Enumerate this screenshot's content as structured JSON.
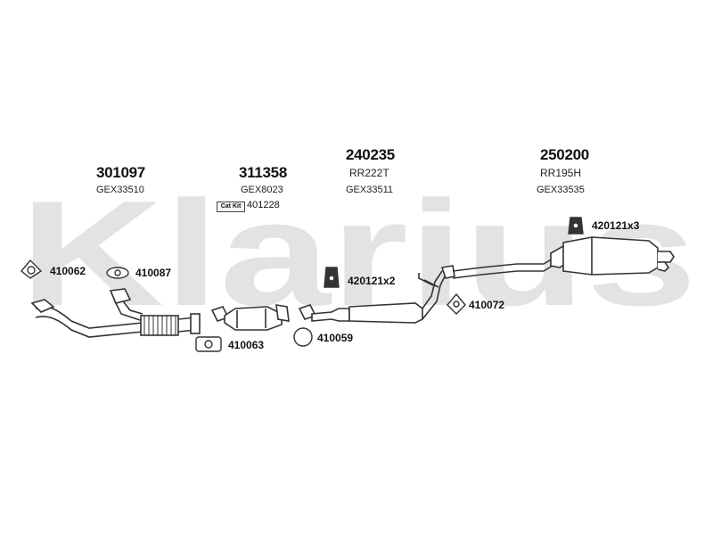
{
  "watermark": "Klarius",
  "assemblies": [
    {
      "part": "301097",
      "ref": "GEX33510"
    },
    {
      "part": "311358",
      "ref": "GEX8023"
    },
    {
      "part": "240235",
      "sub": "RR222T",
      "ref": "GEX33511"
    },
    {
      "part": "250200",
      "sub": "RR195H",
      "ref": "GEX33535"
    }
  ],
  "cat_kit": {
    "badge": "Cat Kit",
    "number": "401228"
  },
  "callouts": {
    "c1": "410062",
    "c2": "410087",
    "c3": "410063",
    "c4": "410059",
    "c5": "420121x2",
    "c6": "410072",
    "c7": "420121x3"
  }
}
